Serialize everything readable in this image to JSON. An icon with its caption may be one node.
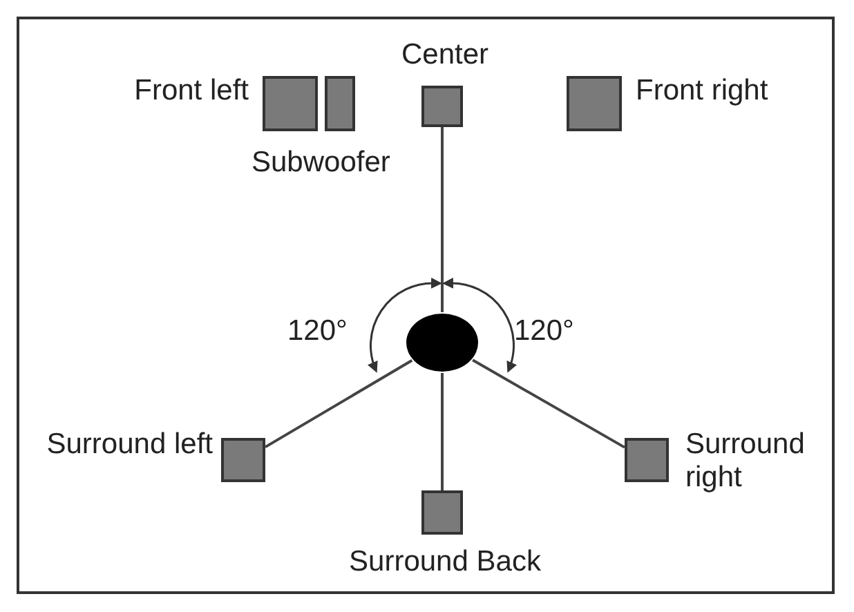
{
  "diagram": {
    "nodes": [
      {
        "text": [],
        "shape": "box",
        "beside": [
          "Front left"
        ]
      },
      {
        "text": [],
        "shape": "box",
        "beside": [
          "Subwoofer"
        ]
      },
      {
        "text": [],
        "shape": "box",
        "beside": [
          "Center"
        ]
      },
      {
        "text": [],
        "shape": "box",
        "beside": [
          "Front right"
        ]
      },
      {
        "text": [],
        "shape": "person"
      },
      {
        "text": [],
        "shape": "box",
        "beside": [
          "Surround left"
        ]
      },
      {
        "text": [],
        "shape": "box",
        "beside": [
          "Surround right"
        ]
      },
      {
        "text": [],
        "shape": "box",
        "beside": [
          "Surround Back"
        ]
      }
    ],
    "edges": [
      {
        "from": 4,
        "to": 2,
        "arrow": "none"
      },
      {
        "from": 4,
        "to": 5,
        "arrow": "none"
      },
      {
        "from": 4,
        "to": 6,
        "arrow": "none"
      },
      {
        "from": 4,
        "to": 7,
        "arrow": "none"
      }
    ],
    "labels": [
      "120°",
      "120°"
    ]
  }
}
